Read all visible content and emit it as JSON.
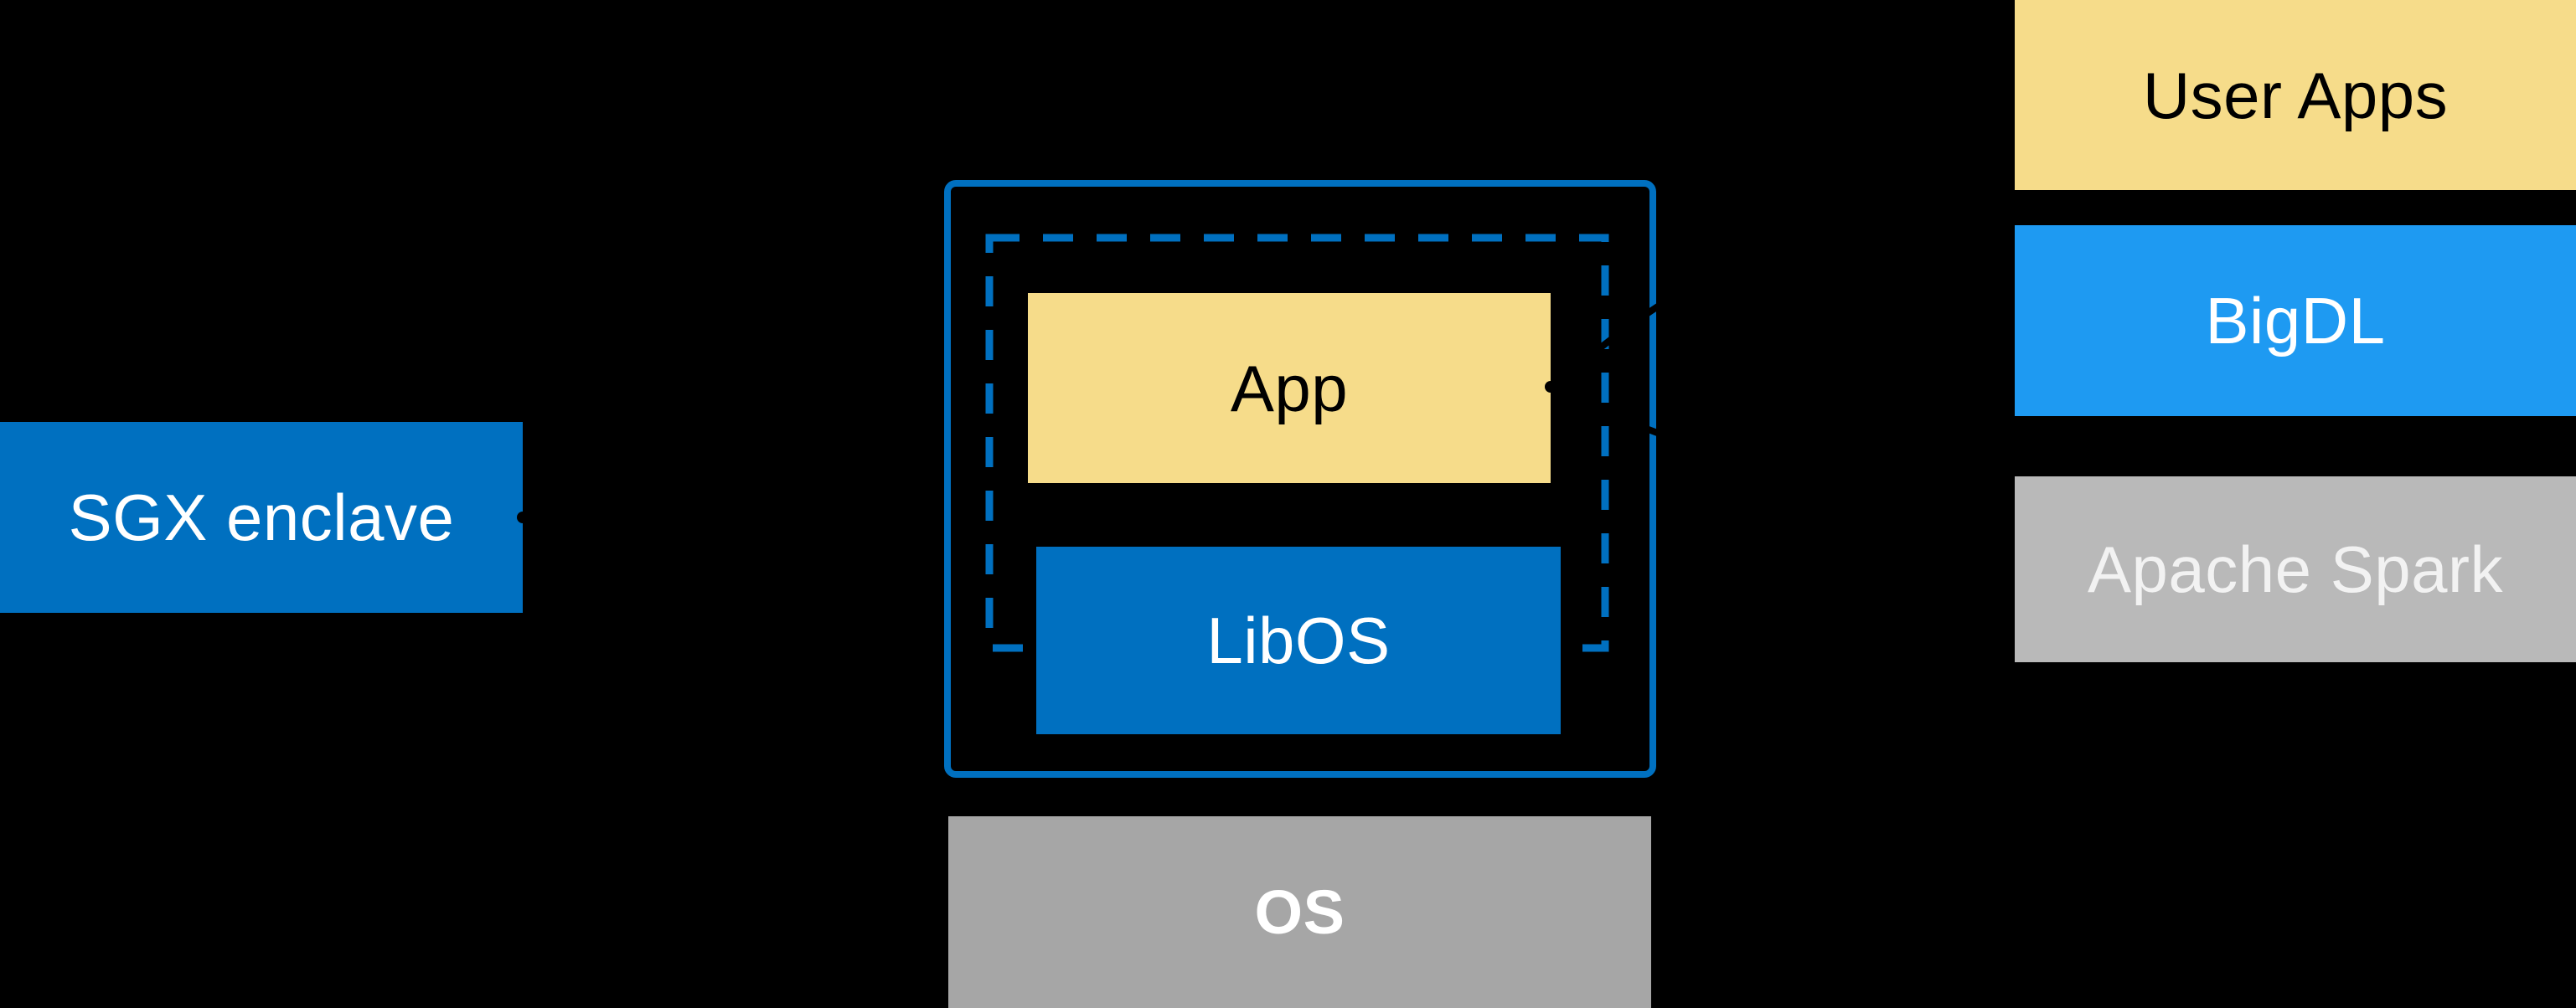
{
  "diagram": {
    "description": "SGX enclave LibOS architecture diagram",
    "left": {
      "sgx_label": "SGX enclave"
    },
    "center": {
      "app_label": "App",
      "libos_label": "LibOS",
      "os_label": "OS"
    },
    "right_stack": [
      {
        "label": "User Apps"
      },
      {
        "label": "BigDL"
      },
      {
        "label": "Apache Spark"
      }
    ],
    "icons": [
      "dashed-enclave-boundary",
      "callout-dot",
      "callout-curve"
    ]
  },
  "colors": {
    "background": "#000000",
    "intel_blue": "#0070C0",
    "bright_blue": "#1E9AF2",
    "yellow": "#F6DC8A",
    "spark_gray": "#B9B9B9",
    "os_gray": "#A6A6A6",
    "black": "#000000",
    "white": "#FFFFFF",
    "off_white": "#F2F2F2"
  }
}
